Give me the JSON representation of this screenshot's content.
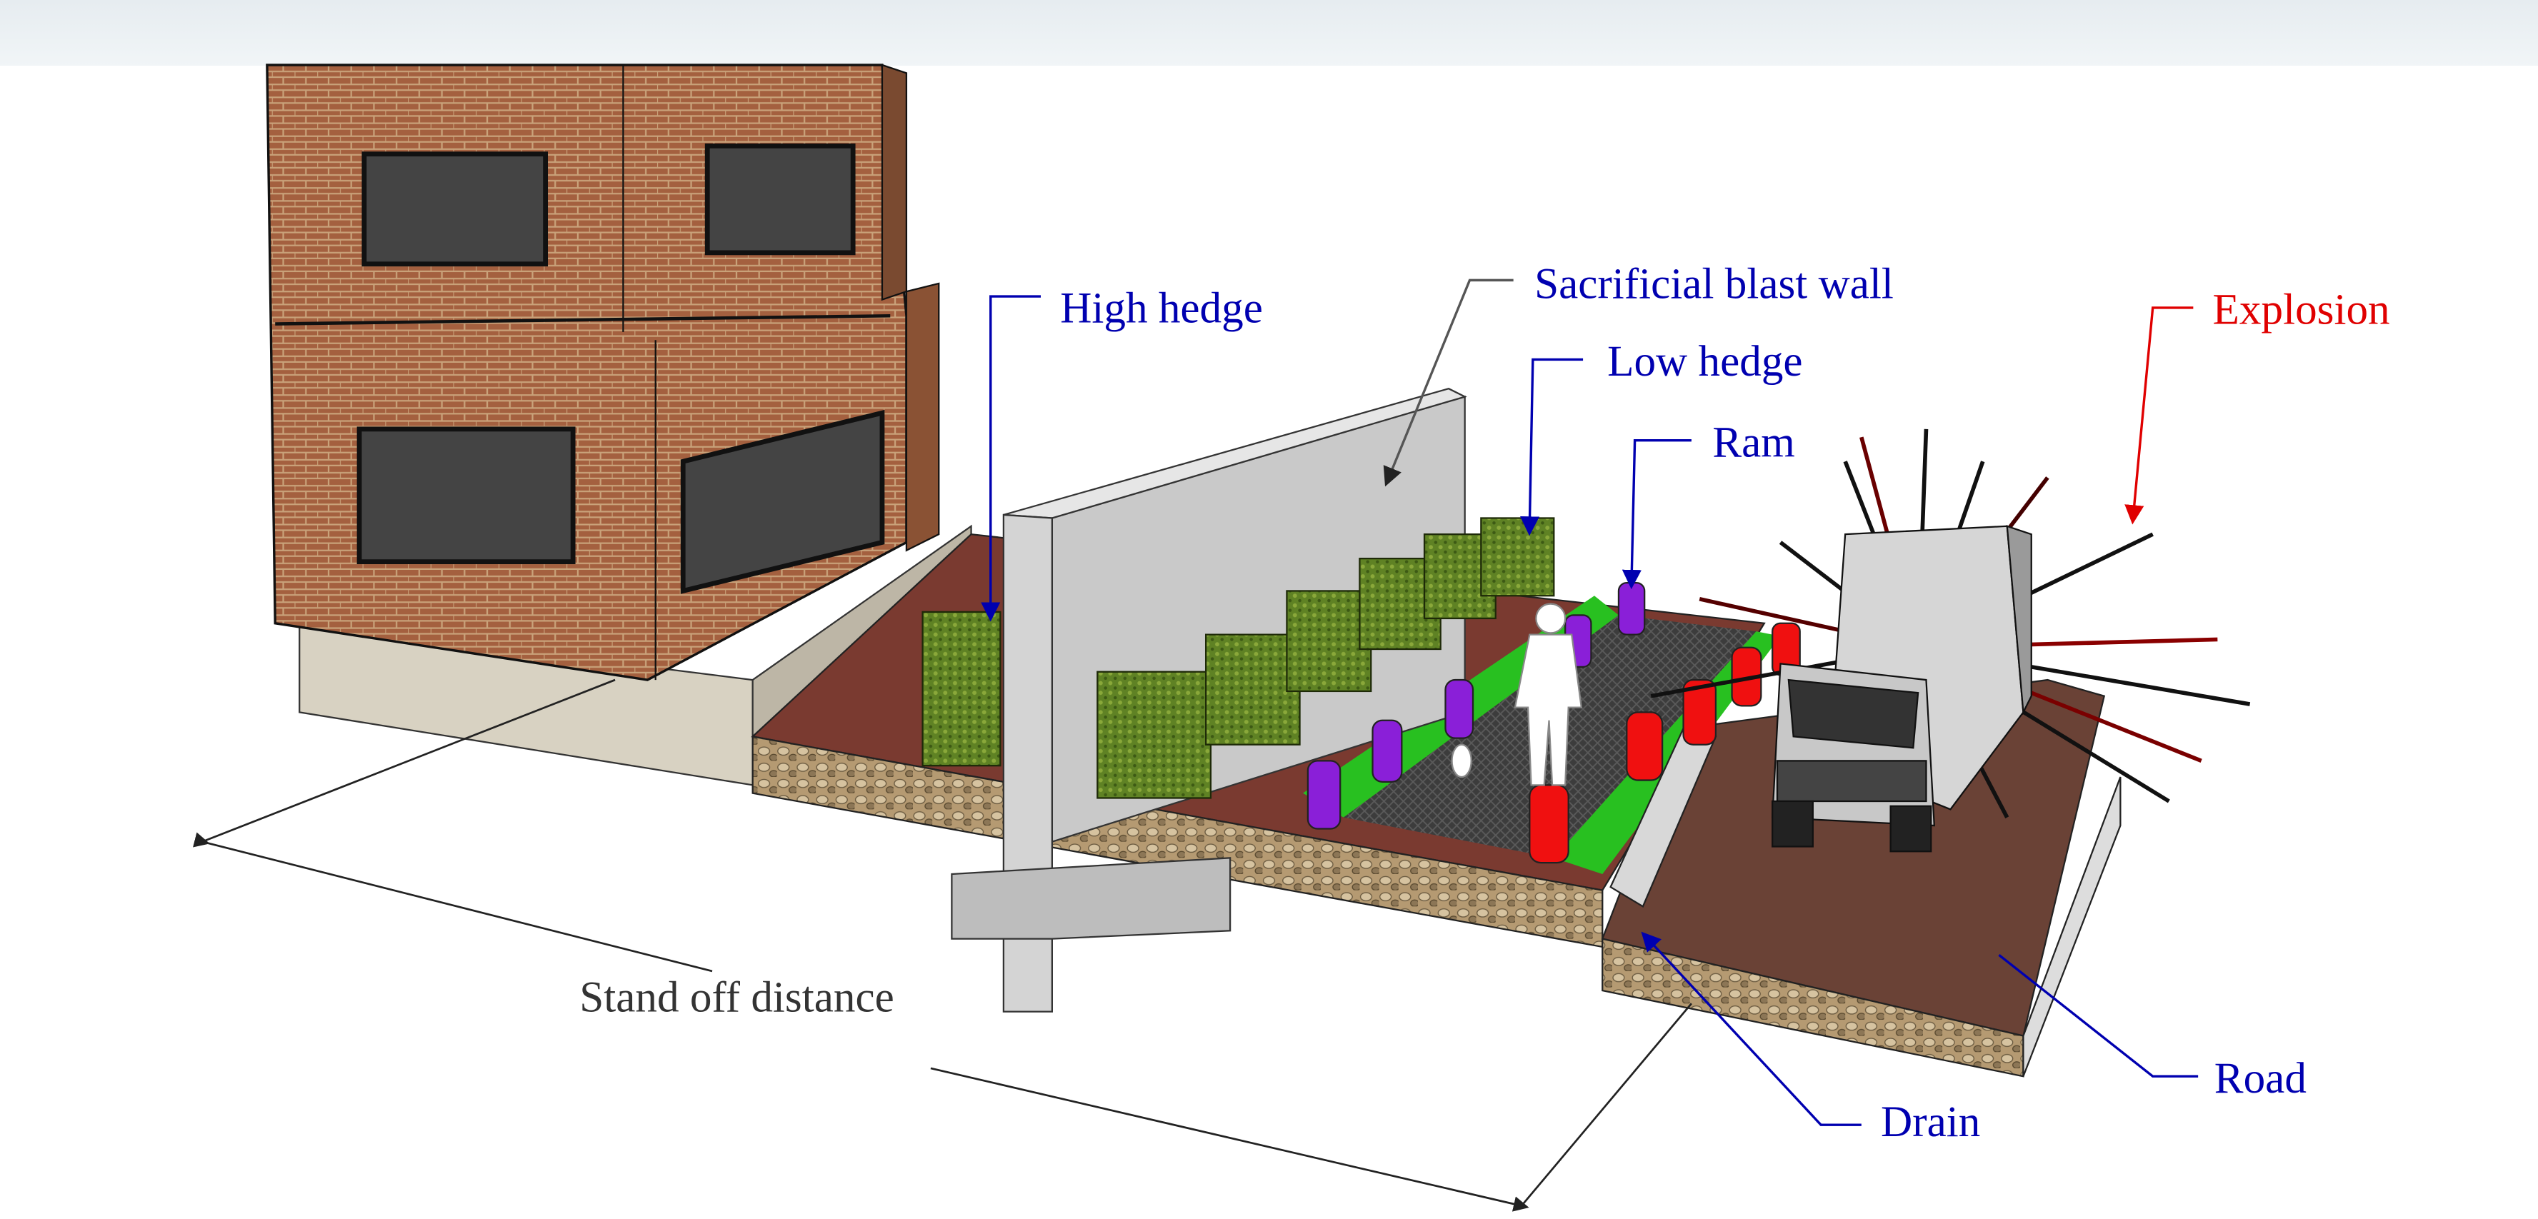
{
  "labels": {
    "high_hedge": "High hedge",
    "blast_wall": "Sacrificial blast wall",
    "low_hedge": "Low hedge",
    "ram": "Ram",
    "explosion": "Explosion",
    "standoff": "Stand off distance",
    "drain": "Drain",
    "road": "Road"
  },
  "colors": {
    "label_blue": "#0000b0",
    "label_red": "#e00000",
    "label_gray": "#333333",
    "brick": "#9a5a3a",
    "hedge": "#5a7a20",
    "bollard_purple": "#8a1fd8",
    "bollard_red": "#f01010",
    "concrete": "#c8c8c8"
  }
}
